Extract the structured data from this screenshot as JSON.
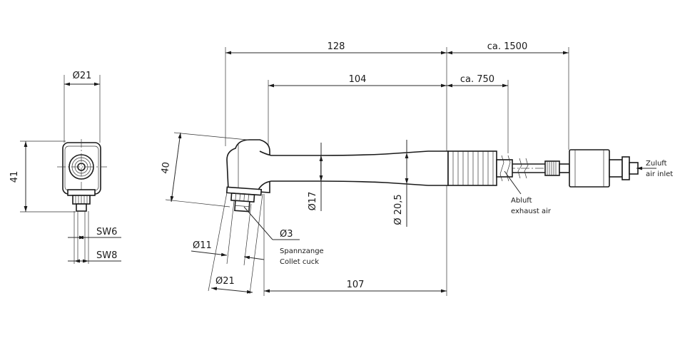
{
  "dimensions": {
    "side_view": {
      "diameter_top": "Ø21",
      "height": "41",
      "wrench_sw6": "SW6",
      "wrench_sw8": "SW8"
    },
    "main_view": {
      "overall_length": "128",
      "body_length": "104",
      "hose_length": "ca. 1500",
      "exhaust_hose_length": "ca. 750",
      "head_height": "40",
      "shaft_diameter": "Ø17",
      "grip_diameter": "Ø 20,5",
      "collet_bore": "Ø3",
      "nose_diameter_small": "Ø11",
      "nose_diameter_large": "Ø21",
      "bottom_length": "107"
    }
  },
  "labels": {
    "collet_de": "Spannzange",
    "collet_en": "Collet cuck",
    "exhaust_de": "Abluft",
    "exhaust_en": "exhaust air",
    "supply_de": "Zuluft",
    "supply_en": "air inlet"
  }
}
